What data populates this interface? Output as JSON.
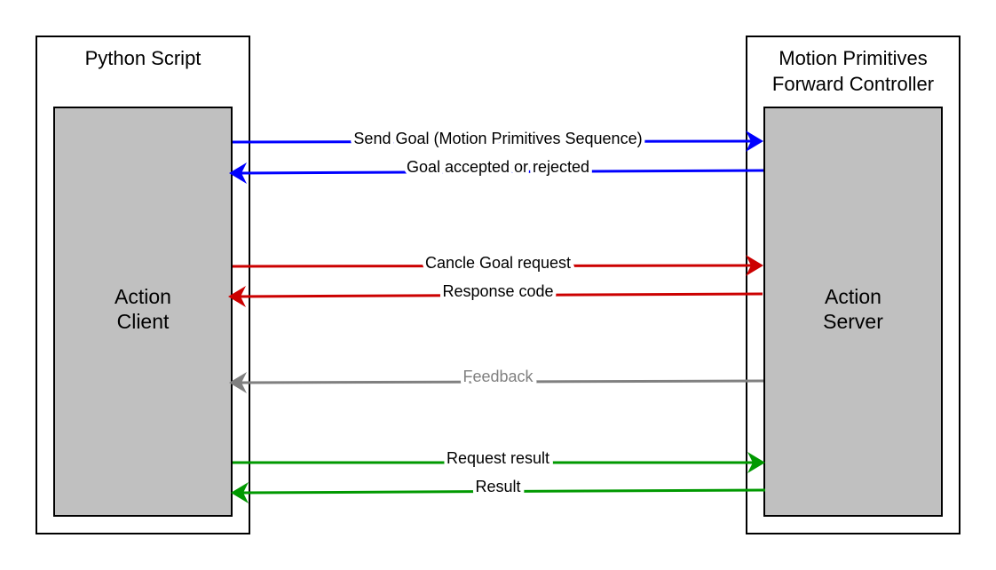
{
  "colors": {
    "request": "#0000ff",
    "cancel": "#cc0000",
    "feedback": "#808080",
    "result": "#009900",
    "component_fill": "#c0c0c0"
  },
  "left": {
    "title": "Python Script",
    "inner": [
      "Action",
      "Client"
    ]
  },
  "right": {
    "title": [
      "Motion Primitives",
      "Forward Controller"
    ],
    "inner": [
      "Action",
      "Server"
    ]
  },
  "arrows": [
    {
      "label": "Send Goal (Motion Primitives Sequence)",
      "direction": "client-to-server",
      "color": "#0000ff"
    },
    {
      "label": "Goal accepted or rejected",
      "direction": "server-to-client",
      "color": "#0000ff"
    },
    {
      "label": "Cancle Goal request",
      "direction": "client-to-server",
      "color": "#cc0000"
    },
    {
      "label": "Response code",
      "direction": "server-to-client",
      "color": "#cc0000"
    },
    {
      "label": "Feedback",
      "direction": "server-to-client",
      "color": "#808080"
    },
    {
      "label": "Request result",
      "direction": "client-to-server",
      "color": "#009900"
    },
    {
      "label": "Result",
      "direction": "server-to-client",
      "color": "#009900"
    }
  ]
}
